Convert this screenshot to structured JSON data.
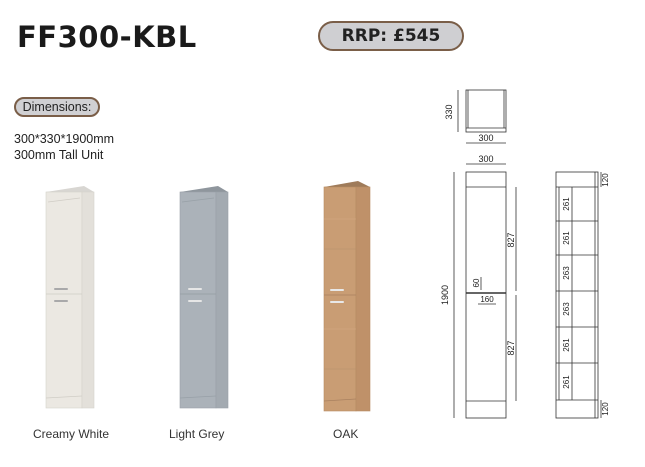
{
  "header": {
    "product_code": "FF300-KBL",
    "price_label": "RRP:  £545"
  },
  "dimensions": {
    "badge_label": "Dimensions:",
    "size": "300*330*1900mm",
    "description": "300mm Tall Unit"
  },
  "finishes": [
    {
      "label": "Creamy White",
      "color": "#e9e6df"
    },
    {
      "label": "Light Grey",
      "color": "#aab1b8"
    },
    {
      "label": "OAK",
      "color": "#c99d74"
    }
  ],
  "drawing": {
    "top_view": {
      "depth": "330",
      "width": "300"
    },
    "front_view": {
      "width": "300",
      "height": "1900",
      "upper_door": "827",
      "lower_door": "827",
      "handle_offset": "60",
      "handle_length": "160"
    },
    "section_view": {
      "plinth_top": "120",
      "shelves": [
        "261",
        "261",
        "263",
        "263",
        "261",
        "261"
      ],
      "plinth_bottom": "120"
    }
  }
}
